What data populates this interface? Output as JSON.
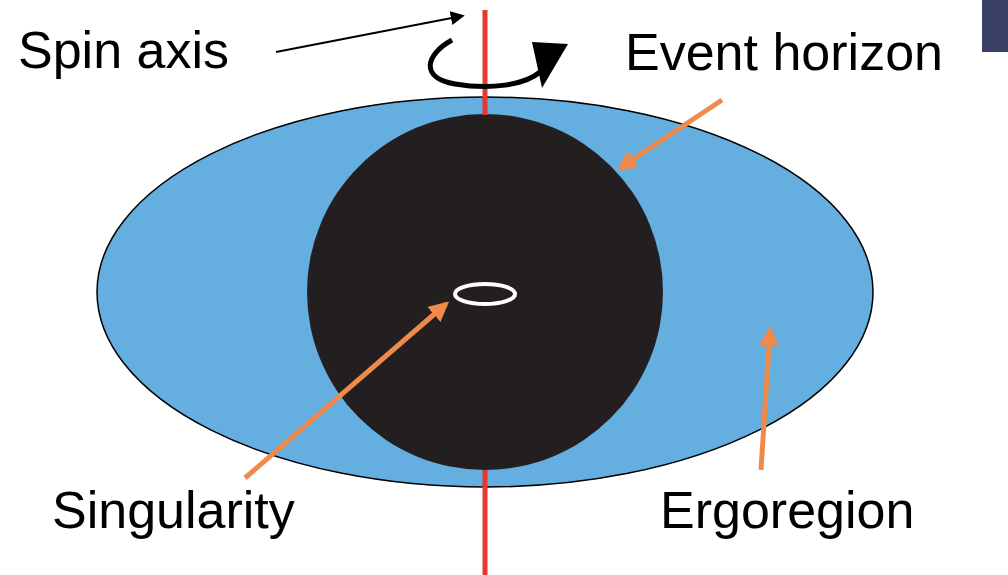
{
  "diagram": {
    "labels": [
      "Spin axis",
      "Event horizon",
      "Singularity",
      "Ergoregion"
    ]
  }
}
